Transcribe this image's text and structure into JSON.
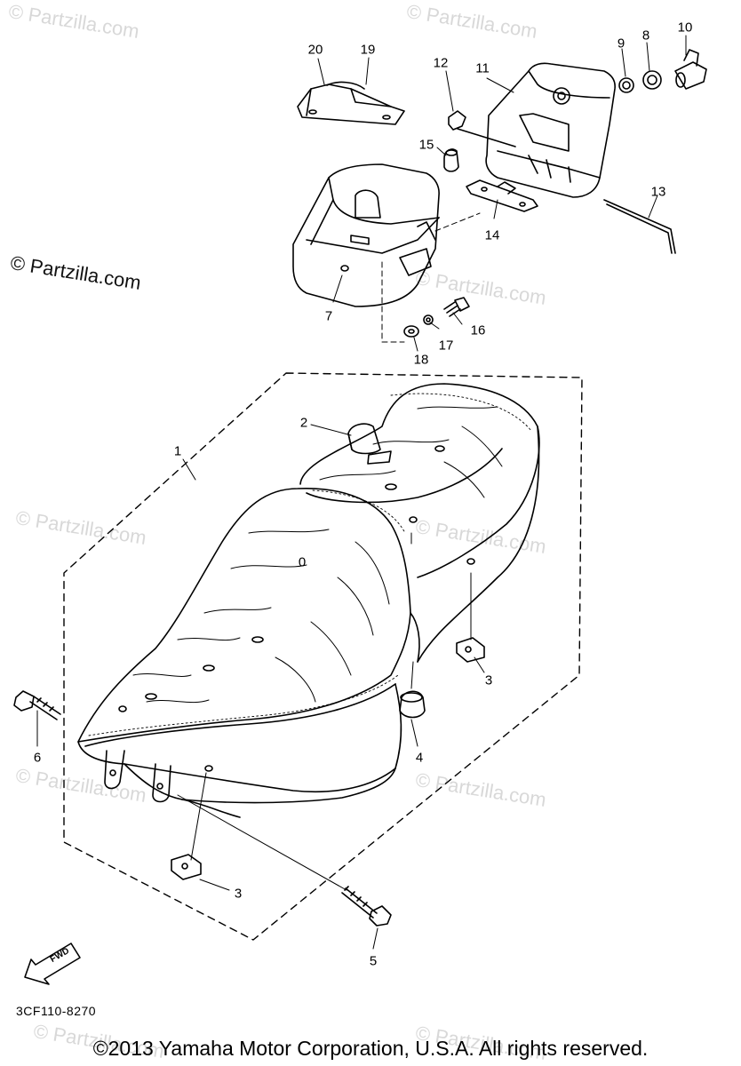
{
  "watermark": "© Partzilla.com",
  "callouts": [
    {
      "id": "1",
      "label": "1"
    },
    {
      "id": "2",
      "label": "2"
    },
    {
      "id": "3a",
      "label": "3"
    },
    {
      "id": "3b",
      "label": "3"
    },
    {
      "id": "4",
      "label": "4"
    },
    {
      "id": "5",
      "label": "5"
    },
    {
      "id": "6",
      "label": "6"
    },
    {
      "id": "7",
      "label": "7"
    },
    {
      "id": "8",
      "label": "8"
    },
    {
      "id": "9",
      "label": "9"
    },
    {
      "id": "10",
      "label": "10"
    },
    {
      "id": "11",
      "label": "11"
    },
    {
      "id": "12",
      "label": "12"
    },
    {
      "id": "13",
      "label": "13"
    },
    {
      "id": "14",
      "label": "14"
    },
    {
      "id": "15",
      "label": "15"
    },
    {
      "id": "16",
      "label": "16"
    },
    {
      "id": "17",
      "label": "17"
    },
    {
      "id": "18",
      "label": "18"
    },
    {
      "id": "19",
      "label": "19"
    },
    {
      "id": "20",
      "label": "20"
    }
  ],
  "seat_label": "0",
  "fwd_label": "FWD",
  "diagram_code": "3CF110-8270",
  "copyright": "©2013  Yamaha Motor Corporation, U.S.A. All rights reserved."
}
